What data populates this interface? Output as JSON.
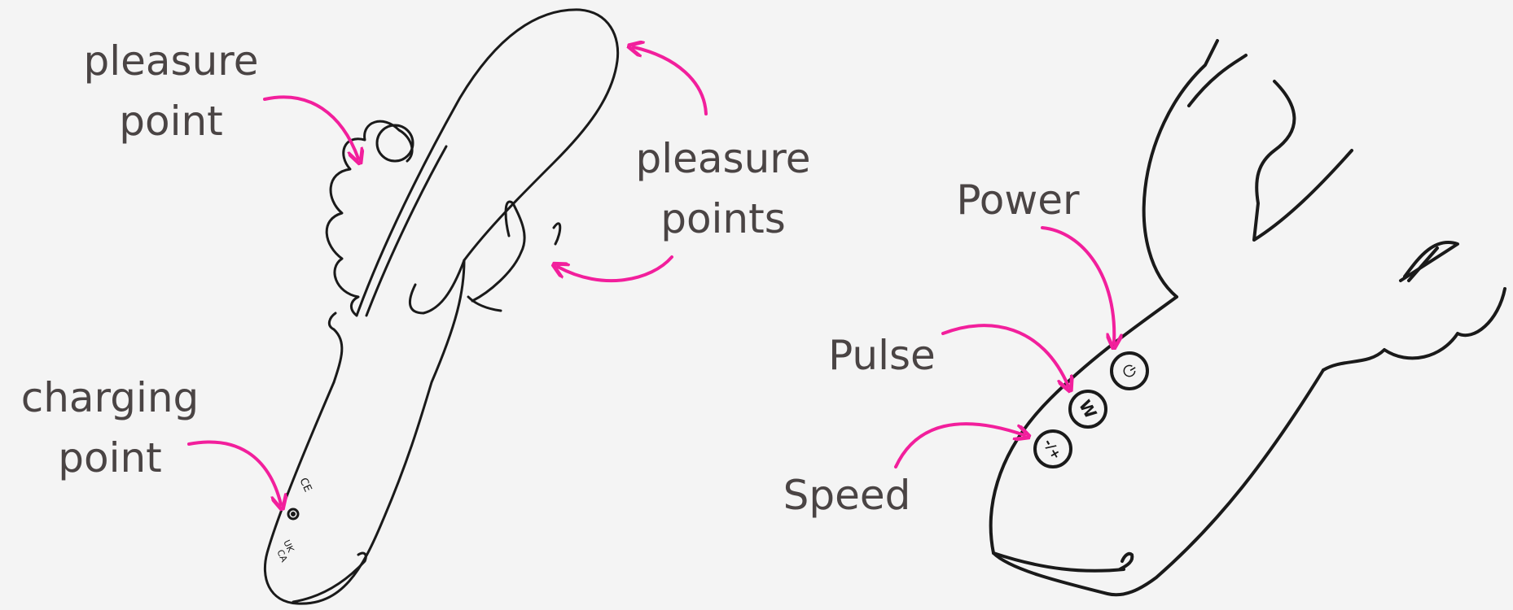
{
  "left_diagram": {
    "labels": {
      "pleasure_point": [
        "pleasure",
        "point"
      ],
      "pleasure_points": [
        "pleasure",
        "points"
      ],
      "charging_point": [
        "charging",
        "point"
      ]
    },
    "device_markings": {
      "ce": "CE",
      "ukca_top": "UK",
      "ukca_bottom": "CA"
    }
  },
  "right_diagram": {
    "labels": {
      "power": "Power",
      "pulse": "Pulse",
      "speed": "Speed"
    },
    "button_glyphs": {
      "speed": "-/+",
      "pulse": "W",
      "power": "⏻"
    }
  },
  "colors": {
    "background": "#f4f4f4",
    "text": "#4a4444",
    "outline": "#1a1a1a",
    "arrow": "#f21f9c"
  }
}
